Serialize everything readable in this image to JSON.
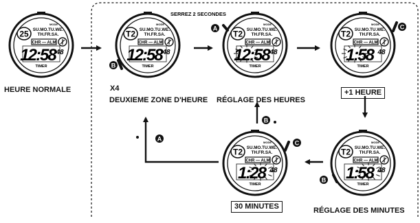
{
  "header_note": "SERREZ 2 SECONDES",
  "button_letters": {
    "a": "A",
    "b": "B",
    "c": "C"
  },
  "press_count": "X4",
  "watch_face": {
    "days_top": "SU.MO.TU.WE.",
    "days_bottom": "TH.FR.SA.",
    "mode_bar": "CHR — ALM",
    "timer_label": "TIMER",
    "small_label": "MODE"
  },
  "watches": [
    {
      "id": "w1",
      "badge": "25",
      "time": "12:58",
      "seconds": "48"
    },
    {
      "id": "w2",
      "badge": "T2",
      "time": "12:58",
      "seconds": "48"
    },
    {
      "id": "w3",
      "badge": "T2",
      "time": "12:58",
      "seconds": "48"
    },
    {
      "id": "w4",
      "badge": "T2",
      "time": "1:58",
      "seconds": "48"
    },
    {
      "id": "w5",
      "badge": "T2",
      "time": "1:58",
      "seconds": "48"
    },
    {
      "id": "w6",
      "badge": "T2",
      "time": "1:28",
      "seconds": "48"
    }
  ],
  "labels": {
    "normal_time": "HEURE NORMALE",
    "second_zone": "DEUXIEME ZONE D'HEURE",
    "hour_setting": "RÉGLAGE DES HEURES",
    "plus_one_hour": "+1 HEURE",
    "minute_setting": "RÉGLAGE DES MINUTES",
    "thirty_minutes": "30 MINUTES"
  }
}
